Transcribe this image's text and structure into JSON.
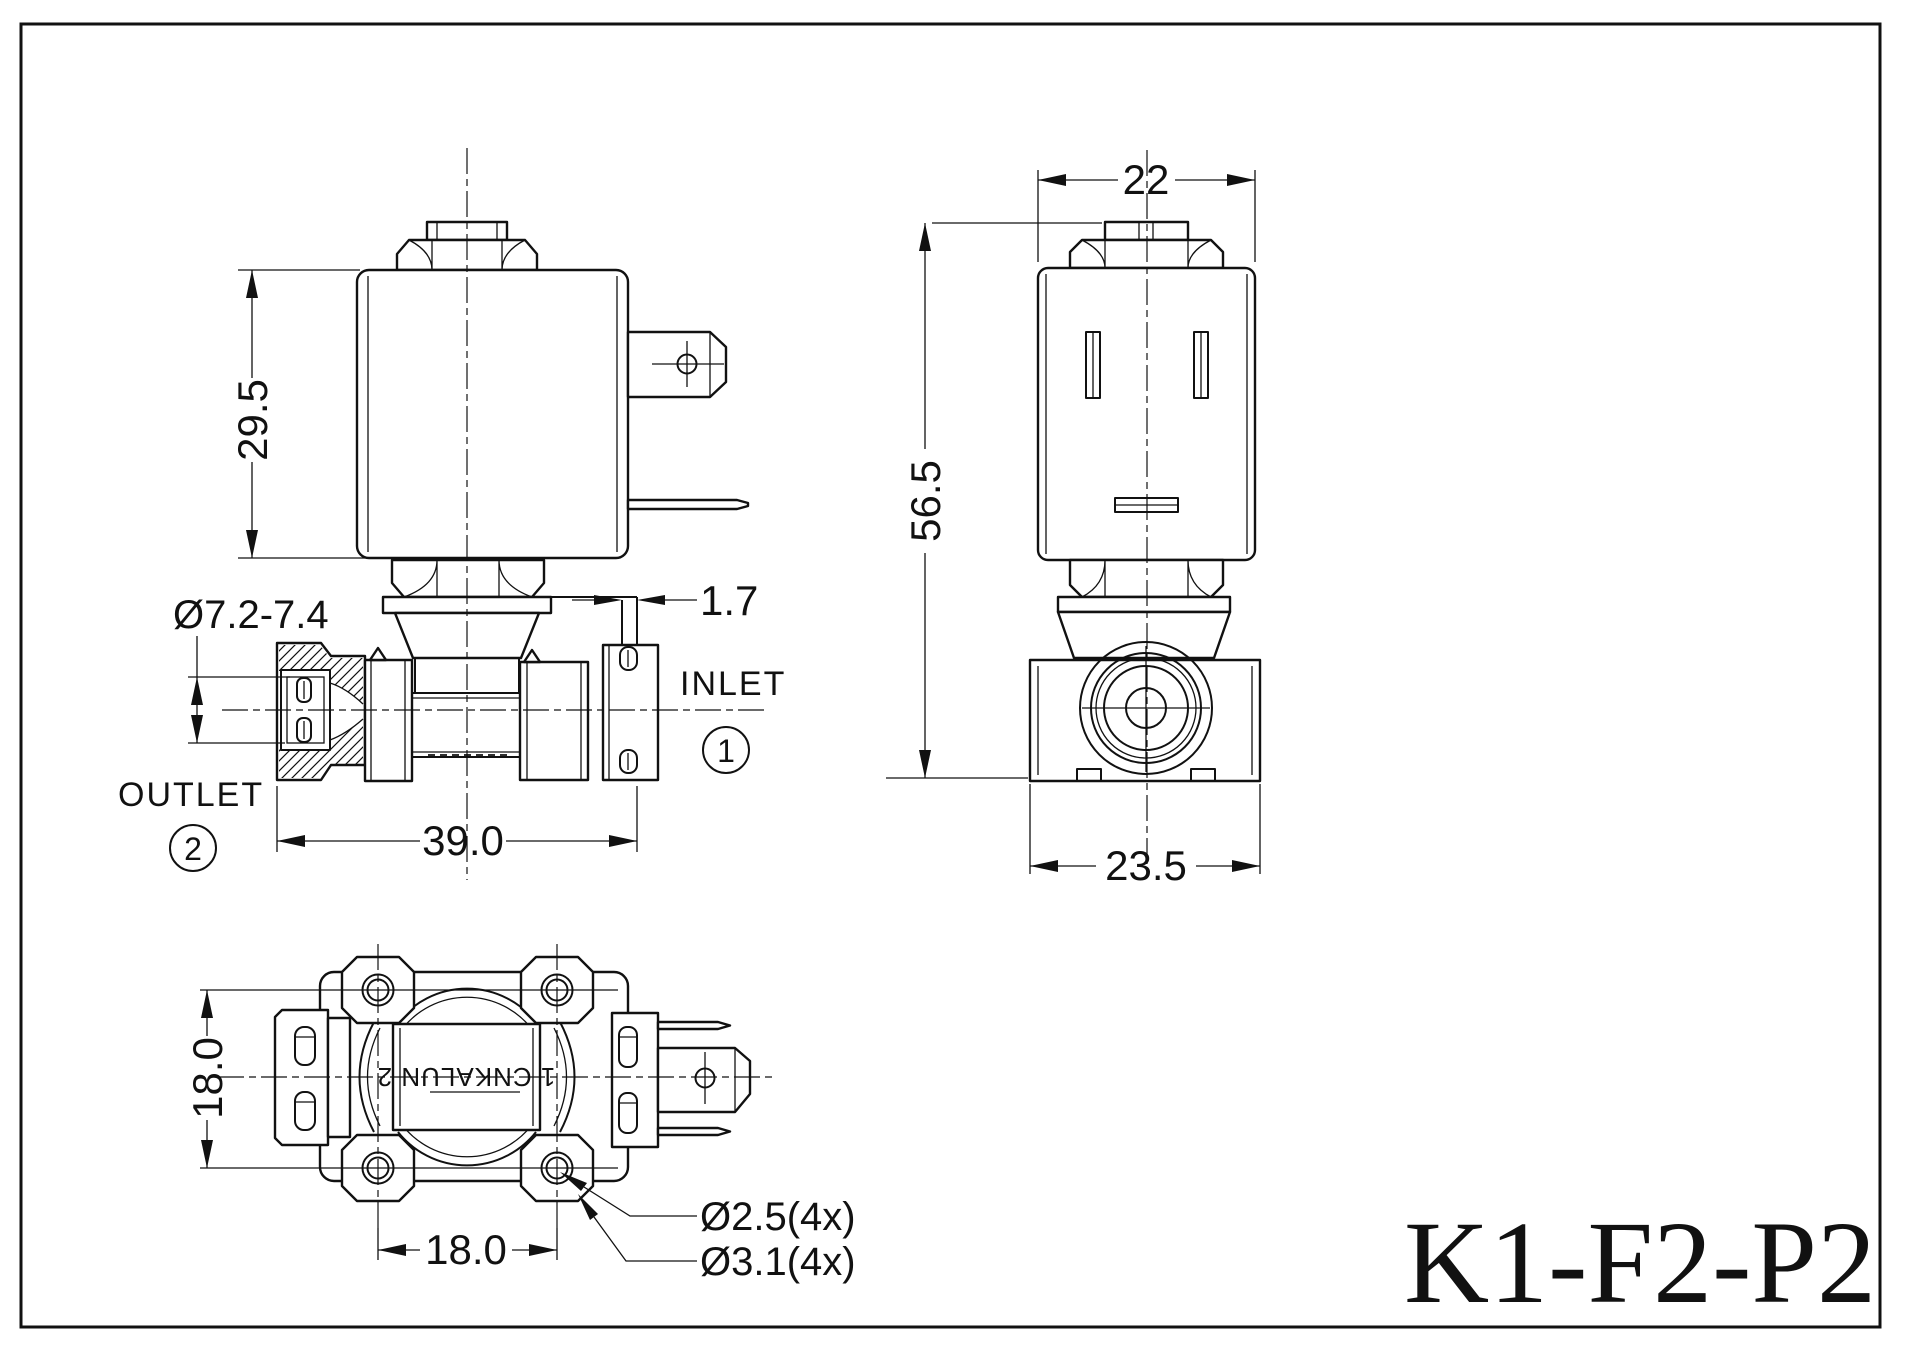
{
  "sheet": {
    "title": "K1-F2-P2",
    "line_color": "#111111",
    "background_color": "#ffffff"
  },
  "front_view": {
    "dim_coil_height": "29.5",
    "dim_outlet_bore": "Ø7.2-7.4",
    "dim_bracket_thickness": "1.7",
    "dim_body_length": "39.0",
    "outlet_label": "OUTLET",
    "outlet_number": "2",
    "inlet_label": "INLET",
    "inlet_number": "1"
  },
  "side_view": {
    "dim_coil_width": "22",
    "dim_total_height": "56.5",
    "dim_body_depth": "23.5"
  },
  "bottom_view": {
    "dim_hole_vertical_spacing": "18.0",
    "dim_hole_horizontal_spacing": "18.0",
    "dim_hole_small": "Ø2.5(4x)",
    "dim_hole_large": "Ø3.1(4x)",
    "body_marking": "1 CNKALUN 2"
  }
}
